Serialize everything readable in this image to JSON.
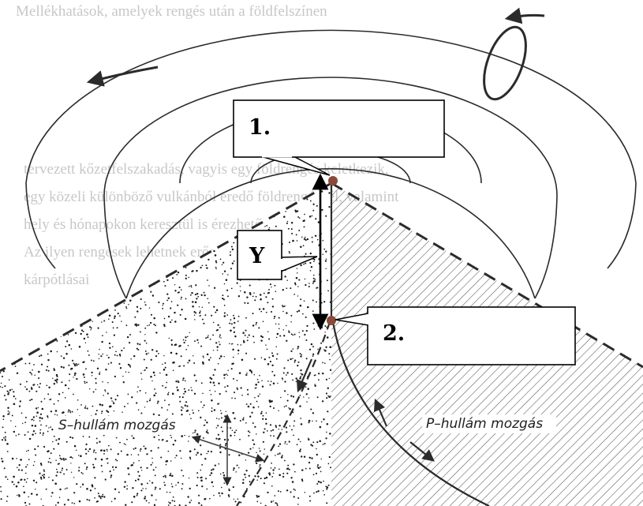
{
  "labels": {
    "box1": "1.",
    "box2": "2.",
    "boxY": "Y"
  },
  "wave_labels": {
    "s_wave": "S–hullám mozgás",
    "p_wave": "P–hullám mozgás"
  },
  "background_text": [
    "Mellékhatások, amelyek rengés után a földfelszínen",
    "tervezett kőzetfelszakadás, vagyis egy földrengés keletkezik,",
    "egy közeli különböző vulkánból eredő földrengésnél, valamint",
    "hely és hónapokon keresztül is érezhetőek",
    "Az ilyen rengések lehetnek erősek is.",
    "kárpótlásai"
  ],
  "colors": {
    "line": "#2b2b2b",
    "focus_dot": "#8a4a3a",
    "stipple": "#1a1a1a",
    "hatch": "#555555"
  }
}
